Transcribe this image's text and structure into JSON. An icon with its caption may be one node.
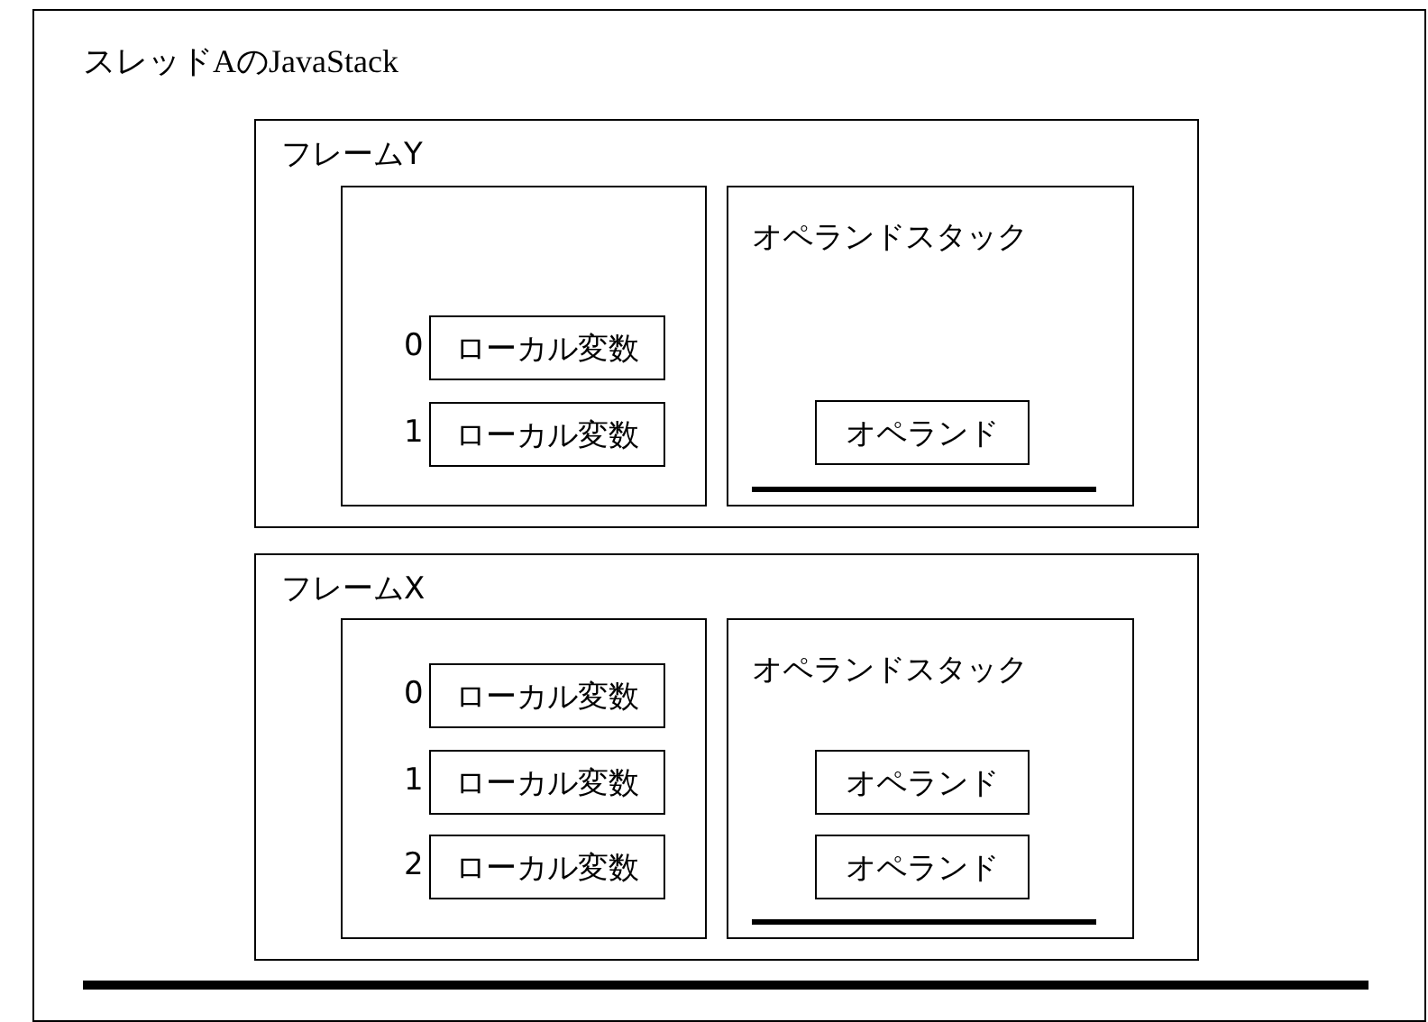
{
  "diagram": {
    "nodes": [
      {
        "text": [
          "スレッドAのJavaStack"
        ]
      },
      {
        "text": [
          "フレームY"
        ],
        "in": 0
      },
      {
        "text": [],
        "shape": "box",
        "in": 1
      },
      {
        "text": [
          "ローカル変数"
        ],
        "beside": [
          "0"
        ],
        "in": 2
      },
      {
        "text": [
          "ローカル変数"
        ],
        "beside": [
          "1"
        ],
        "in": 2
      },
      {
        "text": [
          "オペランドスタック"
        ],
        "in": 1
      },
      {
        "text": [
          "オペランド"
        ],
        "in": 5
      },
      {
        "text": [
          "フレームX"
        ],
        "in": 0
      },
      {
        "text": [],
        "shape": "box",
        "in": 7
      },
      {
        "text": [
          "ローカル変数"
        ],
        "beside": [
          "0"
        ],
        "in": 8
      },
      {
        "text": [
          "ローカル変数"
        ],
        "beside": [
          "1"
        ],
        "in": 8
      },
      {
        "text": [
          "ローカル変数"
        ],
        "beside": [
          "2"
        ],
        "in": 8
      },
      {
        "text": [
          "オペランドスタック"
        ],
        "in": 7
      },
      {
        "text": [
          "オペランド"
        ],
        "in": 12
      },
      {
        "text": [
          "オペランド"
        ],
        "in": 12
      }
    ]
  }
}
